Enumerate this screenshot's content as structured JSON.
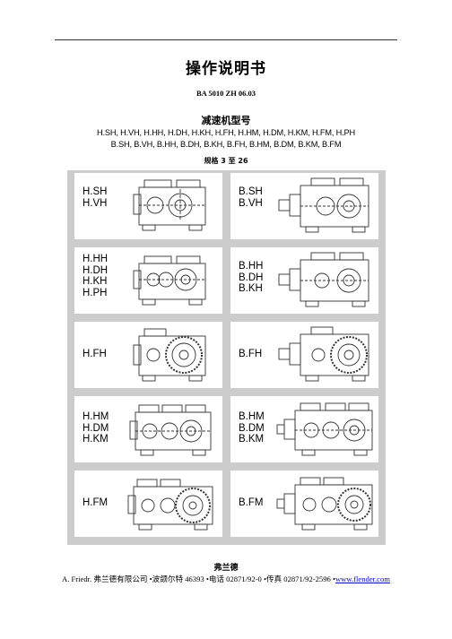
{
  "document": {
    "title": "操作说明书",
    "doc_number": "BA 5010 ZH 06.03",
    "subtitle": "减速机型号",
    "types_line1": "H.SH, H.VH, H.HH, H.DH, H.KH, H.FH, H.HM, H.DM, H.KM, H.FM, H.PH",
    "types_line2": "B.SH, B.VH, B.HH, B.DH, B.KH, B.FH, B.HM, B.DM, B.KM, B.FM",
    "sizes": "规格 3 至 26"
  },
  "panels": [
    {
      "labels": [
        "H.SH",
        "H.VH"
      ],
      "drawing": "gearbox-h-parallel-icon"
    },
    {
      "labels": [
        "B.SH",
        "B.VH"
      ],
      "drawing": "gearbox-b-bevel-icon"
    },
    {
      "labels": [
        "H.HH",
        "H.DH",
        "H.KH",
        "H.PH"
      ],
      "drawing": "gearbox-h-parallel-icon"
    },
    {
      "labels": [
        "B.HH",
        "B.DH",
        "B.KH"
      ],
      "drawing": "gearbox-b-bevel-icon"
    },
    {
      "labels": [
        "H.FH"
      ],
      "drawing": "gearbox-h-flange-icon"
    },
    {
      "labels": [
        "B.FH"
      ],
      "drawing": "gearbox-b-flange-icon"
    },
    {
      "labels": [
        "H.HM",
        "H.DM",
        "H.KM"
      ],
      "drawing": "gearbox-h-multistage-icon"
    },
    {
      "labels": [
        "B.HM",
        "B.DM",
        "B.KM"
      ],
      "drawing": "gearbox-b-multistage-icon"
    },
    {
      "labels": [
        "H.FM"
      ],
      "drawing": "gearbox-h-multistage-flange-icon"
    },
    {
      "labels": [
        "B.FM"
      ],
      "drawing": "gearbox-b-multistage-flange-icon"
    }
  ],
  "footer": {
    "brand": "弗兰德",
    "company_prefix": "A. Friedr.",
    "company_text": " 弗兰德有限公司 •波颌尔特 46393 •电话 02871/92-0 •传真 02871/92-2596 •",
    "website": "www.flender.com"
  },
  "colors": {
    "grid_bg": "#cccccc",
    "link": "#0000cc"
  }
}
